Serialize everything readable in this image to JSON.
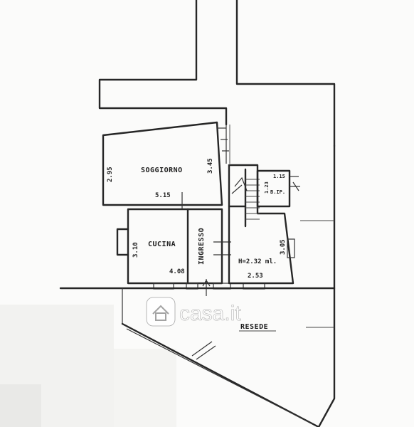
{
  "rooms": {
    "soggiorno": "SOGGIORNO",
    "cucina": "CUCINA",
    "ingresso": "INGRESSO",
    "bagno": "B.IP."
  },
  "dimensions": {
    "soggiorno_height": "2.95",
    "soggiorno_height_right": "3.45",
    "soggiorno_width": "5.15",
    "cucina_height": "3.10",
    "cucina_width": "4.08",
    "stair_room_height": "3.05",
    "stair_room_width": "2.53",
    "bath_width": "1.15",
    "bath_height": "1.23",
    "ceiling_height": "H=2.32 ml."
  },
  "exterior": {
    "resede_label": "RESEDE"
  },
  "watermark": {
    "brand": "casa.it"
  },
  "colors": {
    "paper": "#fbfbfa",
    "ink": "#262626",
    "watermark_fill": "#ffffff"
  }
}
